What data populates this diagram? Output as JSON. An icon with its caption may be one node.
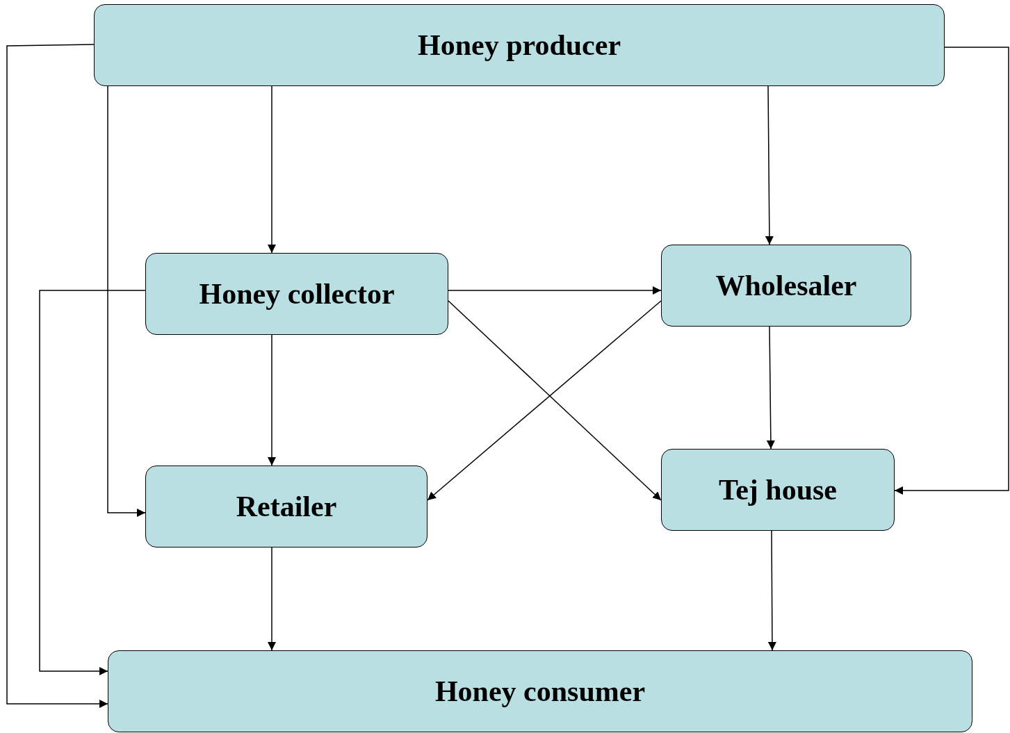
{
  "diagram": {
    "nodes": [
      {
        "text": [
          "Honey producer"
        ]
      },
      {
        "text": [
          "Honey collector"
        ]
      },
      {
        "text": [
          "Wholesaler"
        ]
      },
      {
        "text": [
          "Retailer"
        ]
      },
      {
        "text": [
          "Tej house"
        ]
      },
      {
        "text": [
          "Honey consumer"
        ]
      }
    ],
    "edges": [
      {
        "from": 0,
        "to": 1,
        "arrow": "to"
      },
      {
        "from": 0,
        "to": 2,
        "arrow": "to"
      },
      {
        "from": 0,
        "to": 3,
        "arrow": "to"
      },
      {
        "from": 0,
        "to": 4,
        "arrow": "to"
      },
      {
        "from": 0,
        "to": 5,
        "arrow": "to"
      },
      {
        "from": 1,
        "to": 2,
        "arrow": "to"
      },
      {
        "from": 1,
        "to": 3,
        "arrow": "to"
      },
      {
        "from": 1,
        "to": 4,
        "arrow": "to"
      },
      {
        "from": 1,
        "to": 5,
        "arrow": "to"
      },
      {
        "from": 2,
        "to": 3,
        "arrow": "to"
      },
      {
        "from": 2,
        "to": 4,
        "arrow": "to"
      },
      {
        "from": 3,
        "to": 5,
        "arrow": "to"
      },
      {
        "from": 4,
        "to": 5,
        "arrow": "to"
      }
    ]
  }
}
